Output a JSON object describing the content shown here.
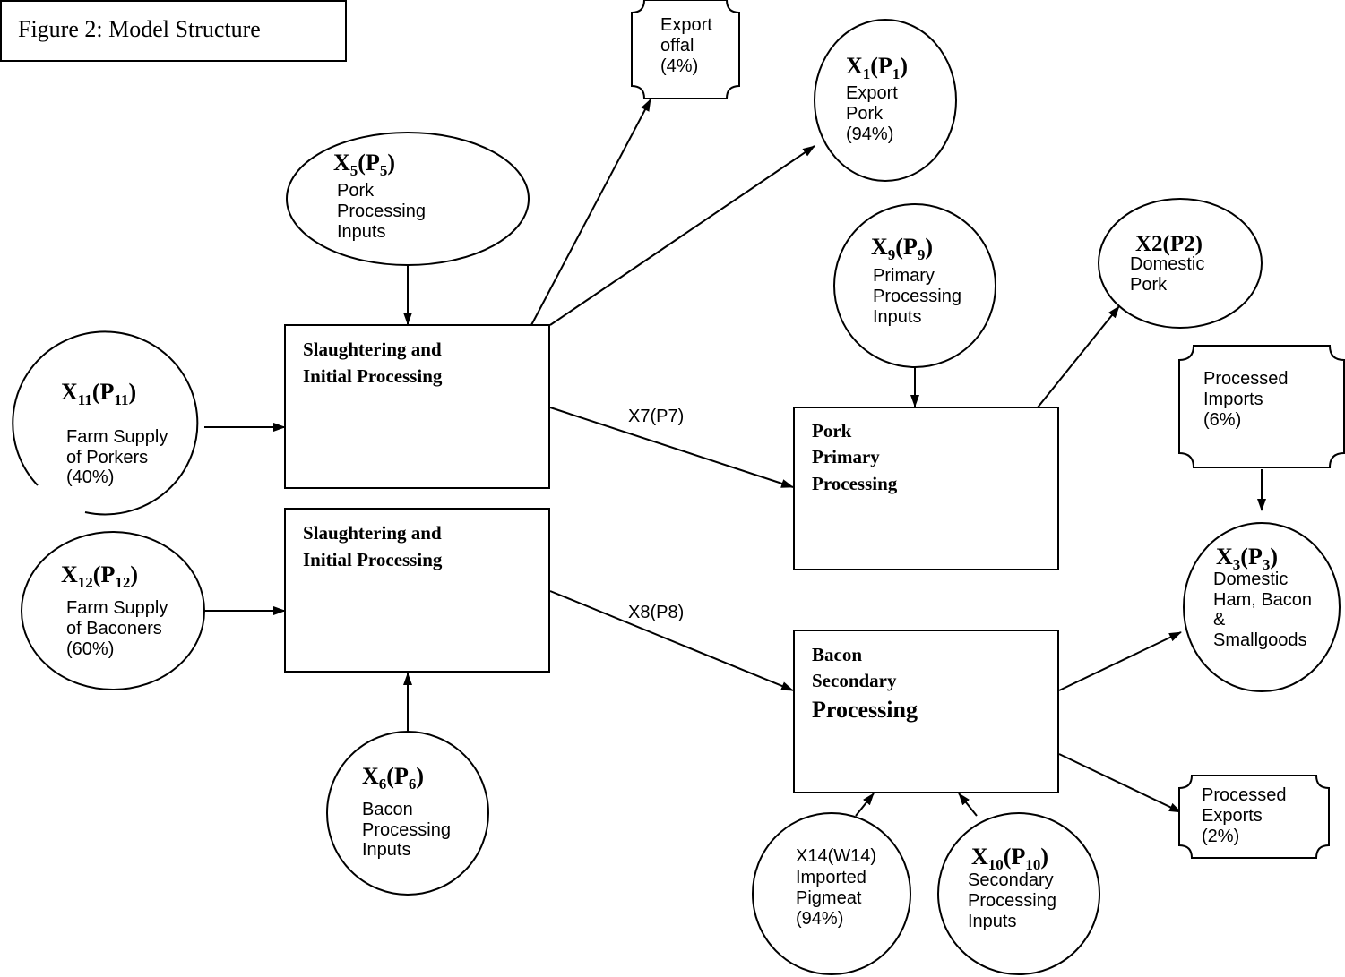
{
  "figure_title": "Figure 2: Model Structure",
  "nodes": {
    "slaughter_top": {
      "line1": "Slaughtering and",
      "line2": "Initial Processing"
    },
    "slaughter_bottom": {
      "line1": "Slaughtering and",
      "line2": "Initial Processing"
    },
    "pork_primary": {
      "line1": "Pork",
      "line2": "Primary",
      "line3": "Processing"
    },
    "bacon_secondary": {
      "line1": "Bacon",
      "line2": "Secondary",
      "line3": "Processing"
    },
    "x11": {
      "var": "X",
      "var_sub": "11",
      "price": "P",
      "price_sub": "11",
      "line1": "Farm Supply",
      "line2": "of  Porkers",
      "line3": "(40%)"
    },
    "x12": {
      "var": "X",
      "var_sub": "12",
      "price": "P",
      "price_sub": "12",
      "line1": "Farm Supply",
      "line2": "of  Baconers",
      "line3": "(60%)"
    },
    "x5": {
      "var": "X",
      "var_sub": "5",
      "price": "P",
      "price_sub": "5",
      "line1": "Pork",
      "line2": "Processing",
      "line3": "Inputs"
    },
    "x6": {
      "var": "X",
      "var_sub": "6",
      "price": "P",
      "price_sub": "6",
      "line1": "Bacon",
      "line2": "Processing",
      "line3": "Inputs"
    },
    "x1": {
      "var": "X",
      "var_sub": "1",
      "price": "P",
      "price_sub": "1",
      "line1": "Export",
      "line2": "Pork",
      "line3": "(94%)"
    },
    "x9": {
      "var": "X",
      "var_sub": "9",
      "price": "P",
      "price_sub": "9",
      "line1": "Primary",
      "line2": "Processing",
      "line3": "Inputs"
    },
    "x2": {
      "header": "X2(P2)",
      "line1": "Domestic",
      "line2": "Pork"
    },
    "x3": {
      "var": "X",
      "var_sub": "3",
      "price": "P",
      "price_sub": "3",
      "line1": "Domestic",
      "line2": "Ham, Bacon",
      "line3": "&",
      "line4": "Smallgoods"
    },
    "x14": {
      "line1": "X14(W14)",
      "line2": "Imported",
      "line3": "Pigmeat",
      "line4": "(94%)"
    },
    "x10": {
      "var": "X",
      "var_sub": "10",
      "price": "P",
      "price_sub": "10",
      "line1": "Secondary",
      "line2": "Processing",
      "line3": "Inputs"
    },
    "export_offal": {
      "line1": "Export",
      "line2": "offal",
      "line3": "(4%)"
    },
    "processed_imports": {
      "line1": "Processed",
      "line2": "Imports",
      "line3": "(6%)"
    },
    "processed_exports": {
      "line1": "Processed",
      "line2": "Exports",
      "line3": "(2%)"
    }
  },
  "edges": {
    "x7": "X7(P7)",
    "x8": "X8(P8)"
  }
}
